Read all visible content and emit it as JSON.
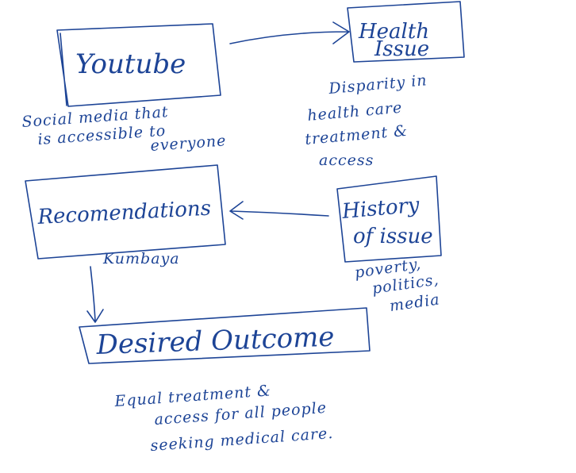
{
  "ink_color": "#1d4496",
  "nodes": {
    "youtube": {
      "title": "Youtube",
      "notes": [
        "Social media that",
        "is accessible to",
        "everyone"
      ]
    },
    "health_issue": {
      "title": [
        "Health",
        "Issue"
      ],
      "notes": [
        "Disparity in",
        "health care",
        "treatment &",
        "access"
      ]
    },
    "recommendations": {
      "title": "Recomendations",
      "notes": [
        "Kumbaya"
      ]
    },
    "history": {
      "title": [
        "History",
        "of issue"
      ],
      "notes": [
        "poverty,",
        "politics,",
        "media"
      ]
    },
    "outcome": {
      "title": "Desired Outcome",
      "notes": [
        "Equal treatment &",
        "access for all people",
        "seeking medical care."
      ]
    }
  }
}
